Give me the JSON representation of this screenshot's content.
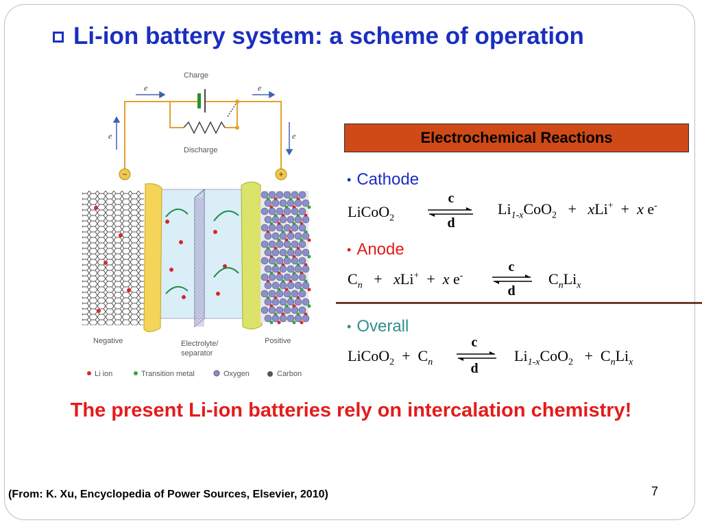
{
  "title": "Li-ion battery system: a scheme of operation",
  "diagram": {
    "charge_label": "Charge",
    "discharge_label": "Discharge",
    "electron_label": "e",
    "negative_label": "Negative",
    "electrolyte_label": "Electrolyte/",
    "separator_label": "separator",
    "positive_label": "Positive",
    "legend": [
      "Li ion",
      "Transition metal",
      "Oxygen",
      "Carbon"
    ],
    "minus_sign": "−",
    "plus_sign": "+"
  },
  "reactions_header": "Electrochemical Reactions",
  "cathode": {
    "label": "Cathode",
    "color": "#1a2fbf",
    "arrow_top": "c",
    "arrow_bottom": "d"
  },
  "anode": {
    "label": "Anode",
    "color": "#e41b1b",
    "arrow_top": "c",
    "arrow_bottom": "d"
  },
  "overall": {
    "label": "Overall",
    "color": "#2f8f8f",
    "arrow_top": "c",
    "arrow_bottom": "d"
  },
  "statement": "The present Li-ion batteries rely on intercalation chemistry!",
  "citation": "(From:  K. Xu, Encyclopedia of Power Sources, Elsevier, 2010)",
  "page_number": "7"
}
